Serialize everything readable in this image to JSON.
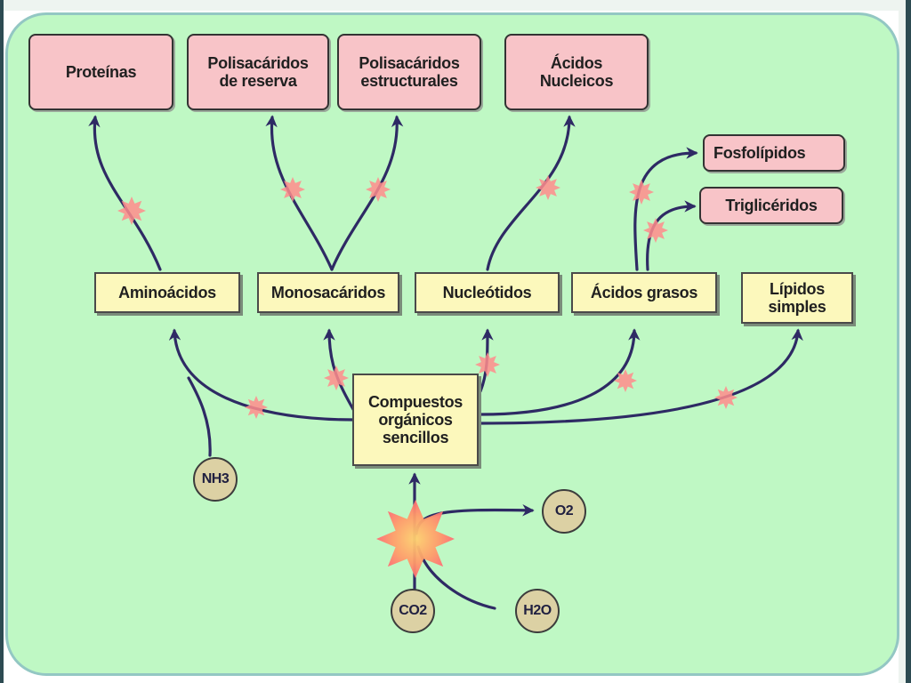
{
  "products": {
    "proteinas": "Proteínas",
    "polisacaridos_reserva": "Polisacáridos de reserva",
    "polisacaridos_estructurales": "Polisacáridos estructurales",
    "acidos_nucleicos": "Ácidos Nucleicos",
    "fosfolipidos": "Fosfolípidos",
    "trigliceridos": "Triglicéridos"
  },
  "monomers": {
    "aminoacidos": "Aminoácidos",
    "monosacaridos": "Monosacáridos",
    "nucleotidos": "Nucleótidos",
    "acidos_grasos": "Ácidos grasos",
    "lipidos_simples": "Lípidos simples"
  },
  "center": {
    "label": "Compuestos orgánicos sencillos"
  },
  "molecules": {
    "nh3": "NH3",
    "o2": "O2",
    "co2": "CO2",
    "h2o": "H2O"
  },
  "colors": {
    "background": "#bff8c4",
    "product_box": "#f8c4c8",
    "monomer_box": "#fcf8bc",
    "arrow": "#2e2a64",
    "energy_star": "#ff7a7a"
  }
}
